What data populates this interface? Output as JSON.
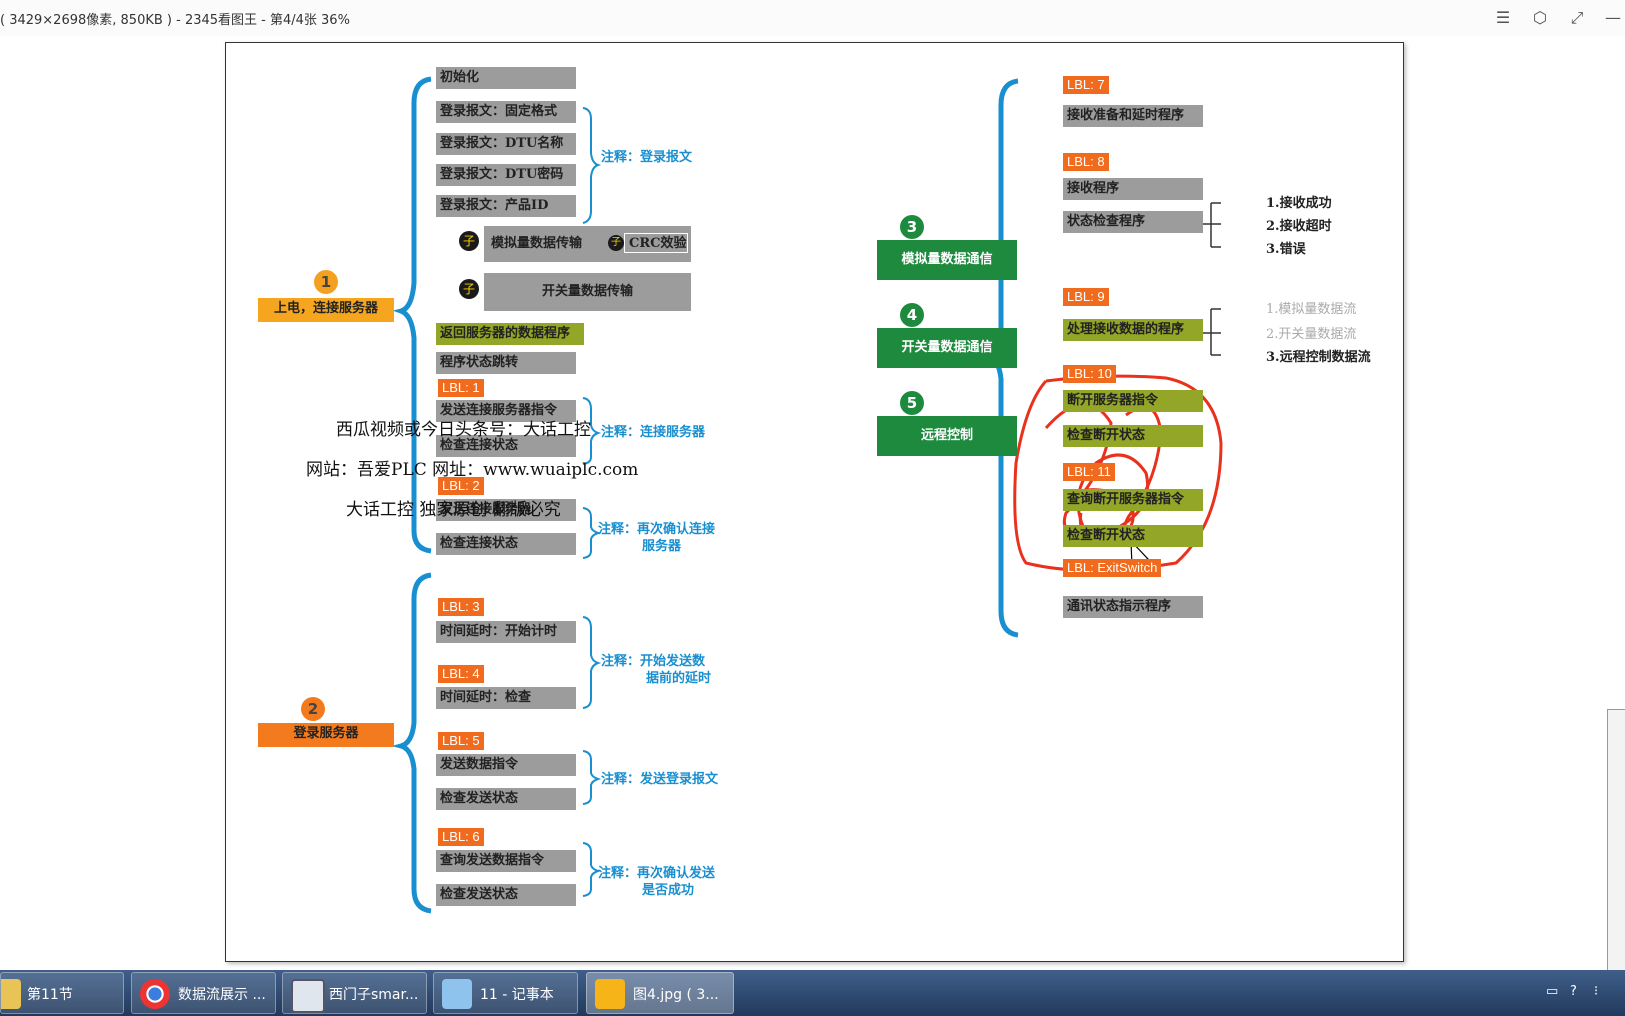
{
  "window": {
    "title": "( 3429×2698像素, 850KB ) - 2345看图王 - 第4/4张 36%",
    "controls": [
      "menu-icon",
      "skin-icon",
      "fullscreen-icon",
      "minimize-icon"
    ]
  },
  "diagram": {
    "left": {
      "node1": {
        "num": "1",
        "label": "上电，连接服务器"
      },
      "node2": {
        "num": "2",
        "label": "登录服务器"
      },
      "items1": [
        "初始化",
        "登录报文：固定格式",
        "登录报文：DTU名称",
        "登录报文：DTU密码",
        "登录报文：产品ID"
      ],
      "sub_analog": "模拟量数据传输",
      "sub_crc": "CRC效验",
      "sub_switch": "开关量数据传输",
      "zi": "子",
      "return_proc": "返回服务器的数据程序",
      "state_jump": "程序状态跳转",
      "lbl1": "LBL: 1",
      "send_connect": "发送连接服务器指令",
      "check_connect": "检查连接状态",
      "lbl2": "LBL: 2",
      "send_connect2": "发送连接服务器",
      "check_connect2": "检查连接状态",
      "note_login": "注释：登录报文",
      "note_connect": "注释：连接服务器",
      "note_reconfirm_1": "注释：再次确认连接",
      "note_reconfirm_2": "服务器",
      "lbl3": "LBL: 3",
      "delay_start": "时间延时：开始计时",
      "lbl4": "LBL: 4",
      "delay_check": "时间延时：检查",
      "note_delay_1": "注释：开始发送数",
      "note_delay_2": "据前的延时",
      "lbl5": "LBL: 5",
      "send_data": "发送数据指令",
      "check_send": "检查发送状态",
      "note_send": "注释：发送登录报文",
      "lbl6": "LBL: 6",
      "query_send": "查询发送数据指令",
      "check_send2": "检查发送状态",
      "note_query_1": "注释：再次确认发送",
      "note_query_2": "是否成功"
    },
    "right": {
      "node3": {
        "num": "3",
        "label": "模拟量数据通信"
      },
      "node4": {
        "num": "4",
        "label": "开关量数据通信"
      },
      "node5": {
        "num": "5",
        "label": "远程控制"
      },
      "lbl7": "LBL: 7",
      "recv_ready": "接收准备和延时程序",
      "lbl8": "LBL: 8",
      "recv_prog": "接收程序",
      "state_check": "状态检查程序",
      "r1": "1.接收成功",
      "r2": "2.接收超时",
      "r3": "3.错误",
      "lbl9": "LBL: 9",
      "process_recv": "处理接收数据的程序",
      "s1": "1.模拟量数据流",
      "s2": "2.开关量数据流",
      "s3": "3.远程控制数据流",
      "lbl10": "LBL: 10",
      "disconnect_cmd": "断开服务器指令",
      "check_disconnect": "检查断开状态",
      "lbl11": "LBL: 11",
      "query_disconnect": "查询断开服务器指令",
      "check_disconnect2": "检查断开状态",
      "lbl_exit": "LBL: ExitSwitch",
      "comm_status": "通讯状态指示程序"
    },
    "watermarks": [
      "西瓜视频或今日头条号：大话工控",
      "网站：吾爱PLC  网址：www.wuaiplc.com",
      "大话工控  独家原创  翻版必究"
    ],
    "colors": {
      "bracket": "#1a8fd0",
      "annotation": "#e8321e",
      "lbl": "#f06b1d",
      "gray_box": "#9c9c9c",
      "green_box": "#93a627",
      "dark_green": "#1e8a3e"
    }
  },
  "taskbar": {
    "items": [
      {
        "label": "第11节",
        "icon": "folder-icon"
      },
      {
        "label": "数据流展示 ...",
        "icon": "chrome-icon"
      },
      {
        "label": "西门子smar...",
        "icon": "app-icon"
      },
      {
        "label": "11 - 记事本",
        "icon": "notepad-icon"
      },
      {
        "label": "图4.jpg ( 3...",
        "icon": "image-viewer-icon"
      }
    ],
    "tray": [
      "network-icon",
      "help-icon",
      "volume-icon"
    ]
  }
}
